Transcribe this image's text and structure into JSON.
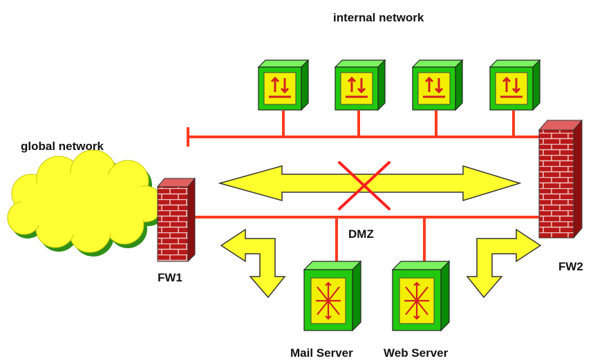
{
  "labels": {
    "internal_network": "internal network",
    "global_network": "global network",
    "dmz": "DMZ",
    "fw1": "FW1",
    "fw2": "FW2",
    "mail_server": "Mail Server",
    "web_server": "Web Server"
  },
  "colors": {
    "network_line": "#ff3b1f",
    "box_face": "#22c90f",
    "box_side": "#0b8a06",
    "box_top": "#7bf25f",
    "box_inner": "#f2ef00",
    "box_glyph": "#d42020",
    "cloud": "#ffff33",
    "cloud_shadow": "#2f8f1a",
    "arrow_fill": "#ffff2e",
    "blocked_cross": "#ff1f1f",
    "brick": "#b81818",
    "brick_mortar": "#f1c8c8"
  },
  "icons": {
    "internal_host": "bidirectional-arrows-icon",
    "server": "radiating-arrows-icon",
    "firewall": "brick-wall-icon",
    "global_network": "cloud-icon",
    "blocked_traffic": "red-x-icon"
  }
}
